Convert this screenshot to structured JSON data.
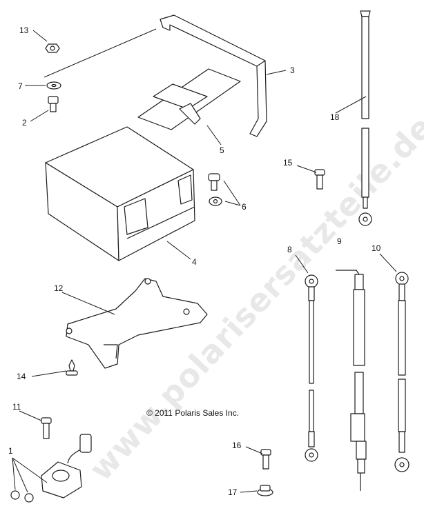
{
  "callouts": [
    "1",
    "2",
    "3",
    "4",
    "5",
    "6",
    "7",
    "8",
    "9",
    "10",
    "11",
    "12",
    "13",
    "14",
    "15",
    "16",
    "17",
    "18"
  ],
  "copyright": "© 2011 Polaris Sales Inc.",
  "watermark": "www.polarisersatzteile.de",
  "colors": {
    "line": "#1a1a1a",
    "watermark": "#d6d6d6",
    "background": "#ffffff"
  }
}
